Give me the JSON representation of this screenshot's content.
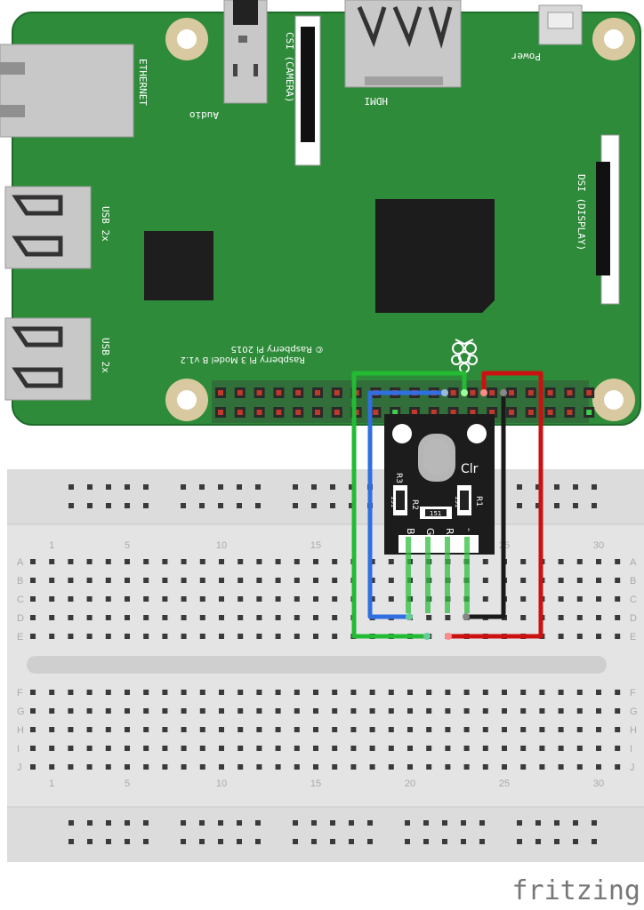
{
  "board": {
    "ethernet": "ETHERNET",
    "audio": "Audio",
    "csi": "CSI (CAMERA)",
    "hdmi": "HDMI",
    "power": "Power",
    "usb_top": "USB 2x",
    "usb_bottom": "USB 2x",
    "dsi": "DSI (DISPLAY)",
    "model": "Raspberry Pi 3 Model B v1.2",
    "copyright": "© Raspberry Pi 2015"
  },
  "module": {
    "clr": "Clr",
    "r3": "R3",
    "r2": "R2",
    "r1": "R1",
    "res1": "151",
    "res2": "151",
    "res3": "151",
    "pin_b": "B",
    "pin_g": "G",
    "pin_r": "R",
    "pin_minus": "-"
  },
  "breadboard": {
    "rows_top": [
      "A",
      "B",
      "C",
      "D",
      "E"
    ],
    "rows_bottom": [
      "F",
      "G",
      "H",
      "I",
      "J"
    ],
    "column_numbers": [
      "1",
      "5",
      "10",
      "15",
      "20",
      "25",
      "30"
    ]
  },
  "wires": {
    "blue": "#2f6fe0",
    "green": "#22bb33",
    "red": "#cc1111",
    "black": "#1a1a1a"
  },
  "colors": {
    "pcb": "#2e8b3a",
    "pcb_edge": "#1f6b2a",
    "breadboard": "#e4e4e4",
    "module": "#1c1c1c"
  },
  "brand": "fritzing"
}
